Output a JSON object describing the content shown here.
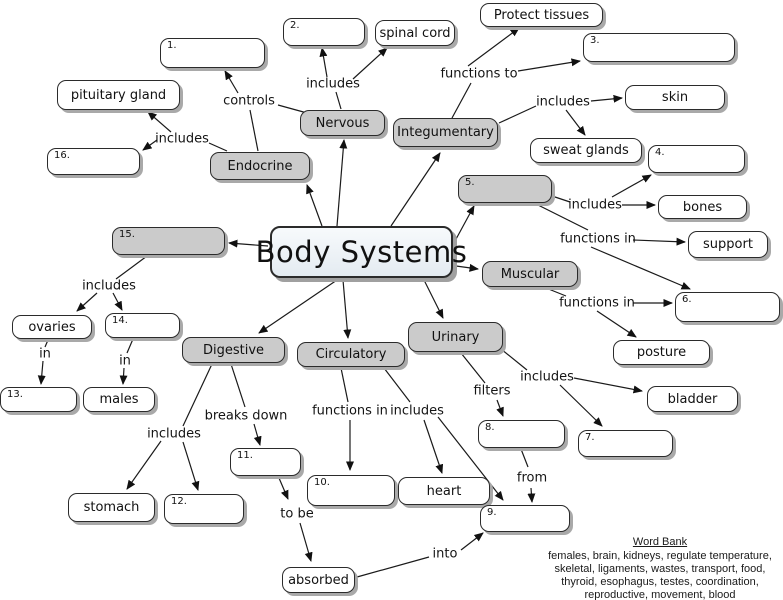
{
  "diagram_title": "Body Systems concept map",
  "nodes": {
    "body_systems": "Body Systems",
    "nervous": "Nervous",
    "integumentary": "Integumentary",
    "endocrine": "Endocrine",
    "muscular": "Muscular",
    "digestive": "Digestive",
    "circulatory": "Circulatory",
    "urinary": "Urinary",
    "spinal_cord": "spinal cord",
    "protect_tissues": "Protect tissues",
    "pituitary_gland": "pituitary gland",
    "skin": "skin",
    "sweat_glands": "sweat glands",
    "bones": "bones",
    "support": "support",
    "posture": "posture",
    "ovaries": "ovaries",
    "males": "males",
    "bladder": "bladder",
    "heart": "heart",
    "stomach": "stomach",
    "absorbed": "absorbed",
    "box1": "1.",
    "box2": "2.",
    "box3": "3.",
    "box4": "4.",
    "box5": "5.",
    "box6": "6.",
    "box7": "7.",
    "box8": "8.",
    "box9": "9.",
    "box10": "10.",
    "box11": "11.",
    "box12": "12.",
    "box13": "13.",
    "box14": "14.",
    "box15": "15.",
    "box16": "16."
  },
  "link_labels": {
    "controls": "controls",
    "includes_nervous": "includes",
    "functions_to": "functions to",
    "includes_integumentary": "includes",
    "includes_endocrine": "includes",
    "includes_skeletal": "includes",
    "functions_in_support": "functions in",
    "functions_in_muscular": "functions in",
    "includes_reproductive": "includes",
    "in_ovaries": "in",
    "in_males": "in",
    "breaks_down": "breaks down",
    "includes_digestive": "includes",
    "functions_in_circulatory": "functions in",
    "includes_circulatory": "includes",
    "filters": "filters",
    "includes_urinary": "includes",
    "from": "from",
    "to_be": "to be",
    "into": "into"
  },
  "word_bank": {
    "title": "Word Bank",
    "lines": [
      "females, brain, kidneys, regulate temperature,",
      "skeletal, ligaments, wastes, transport, food,",
      "thyroid, esophagus, testes, coordination,",
      "reproductive, movement, blood"
    ]
  }
}
